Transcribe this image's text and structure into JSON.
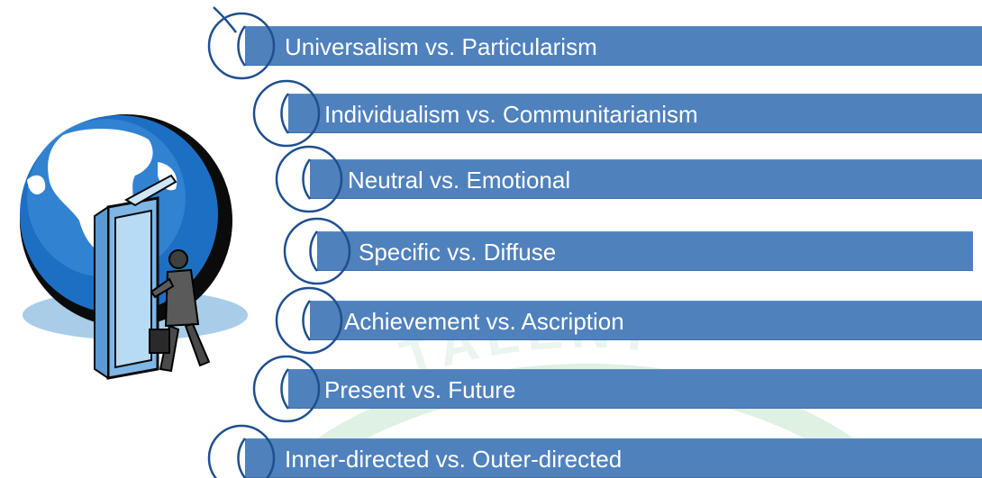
{
  "watermark": {
    "text": "TALENT"
  },
  "items": [
    {
      "label": "Universalism vs. Particularism"
    },
    {
      "label": "Individualism vs. Communitarianism"
    },
    {
      "label": "Neutral vs. Emotional"
    },
    {
      "label": "Specific vs. Diffuse"
    },
    {
      "label": "Achievement vs. Ascription"
    },
    {
      "label": "Present vs. Future"
    },
    {
      "label": "Inner-directed vs. Outer-directed"
    }
  ],
  "colors": {
    "bar": "#4f81bd",
    "bar_text": "#ffffff",
    "arc": "#1f4f8f",
    "watermark": "#2e9e4a"
  }
}
